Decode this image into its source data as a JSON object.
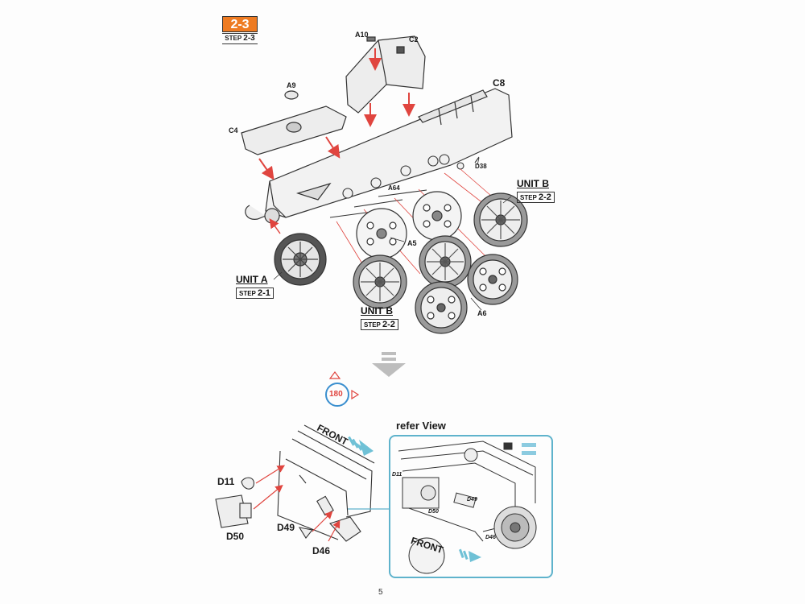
{
  "step": {
    "number": "2-3",
    "prefix": "STEP",
    "value": "2-3"
  },
  "top_labels": {
    "a10": "A10",
    "c2": "C2",
    "c8": "C8",
    "a9": "A9",
    "c4": "C4",
    "d38": "D38",
    "a64": "A64",
    "a5": "A5",
    "a6": "A6"
  },
  "units": {
    "unit_a": {
      "title": "UNIT A",
      "step_prefix": "STEP",
      "step_value": "2-1"
    },
    "unit_b_right": {
      "title": "UNIT B",
      "step_prefix": "STEP",
      "step_value": "2-2"
    },
    "unit_b_bottom": {
      "title": "UNIT B",
      "step_prefix": "STEP",
      "step_value": "2-2"
    }
  },
  "rotate": {
    "label": "180"
  },
  "bottom_labels": {
    "front": "FRONT",
    "d11": "D11",
    "d50": "D50",
    "d49": "D49",
    "d46": "D46"
  },
  "refer_view": {
    "title": "refer View",
    "labels": {
      "d11": "D11",
      "d50": "D50",
      "d49": "D49",
      "d46": "D46",
      "front": "FRONT"
    }
  },
  "page_number": "5",
  "colors": {
    "step_orange": "#ee7b22",
    "arrow_red": "#e0453f",
    "refer_blue": "#5fb3cc"
  }
}
